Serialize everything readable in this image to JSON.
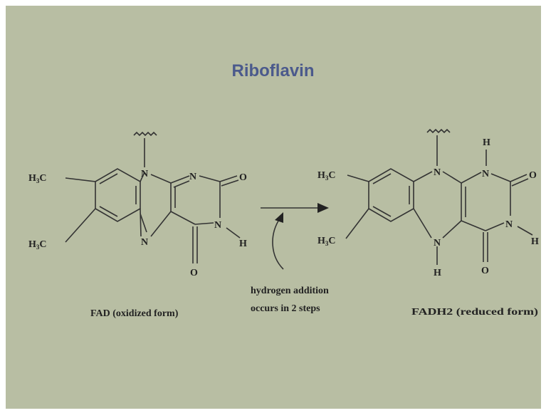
{
  "title": "Riboflavin",
  "left_molecule": {
    "substituent_top": "H3C",
    "substituent_bottom": "H3C",
    "atoms": {
      "n10": "N",
      "n1": "N",
      "n5": "N",
      "n3": "N",
      "h3": "H",
      "o2": "O",
      "o4": "O"
    },
    "caption": "FAD (oxidized form)"
  },
  "right_molecule": {
    "substituent_top": "H3C",
    "substituent_bottom": "H3C",
    "atoms": {
      "n10": "N",
      "n1": "N",
      "h1": "H",
      "n5": "N",
      "h5": "H",
      "n3": "N",
      "h3": "H",
      "o2": "O",
      "o4": "O"
    },
    "caption": "FADH2 (reduced form)"
  },
  "reaction_note": {
    "line1": "hydrogen addition",
    "line2": "occurs in 2 steps"
  },
  "colors": {
    "background": "#b8bea3",
    "title": "#4b5a8c",
    "ink": "#222222"
  }
}
